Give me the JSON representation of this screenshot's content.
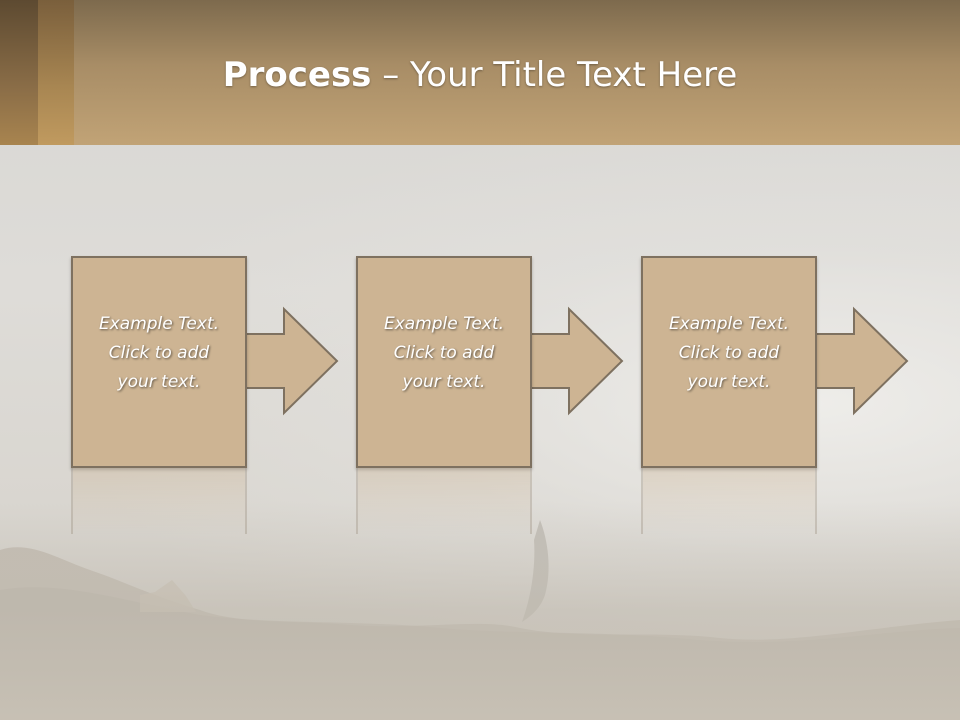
{
  "slide": {
    "title_bold": "Process",
    "title_rest": " – Your Title Text Here"
  },
  "steps": [
    {
      "line1": "Example Text.",
      "line2": "Click  to add",
      "line3": "your text."
    },
    {
      "line1": "Example Text.",
      "line2": "Click  to add",
      "line3": "your text."
    },
    {
      "line1": "Example Text.",
      "line2": "Click  to add",
      "line3": "your text."
    }
  ],
  "colors": {
    "box_fill": "#cdb493",
    "box_border": "#7e7160",
    "header": "#c1a376"
  }
}
